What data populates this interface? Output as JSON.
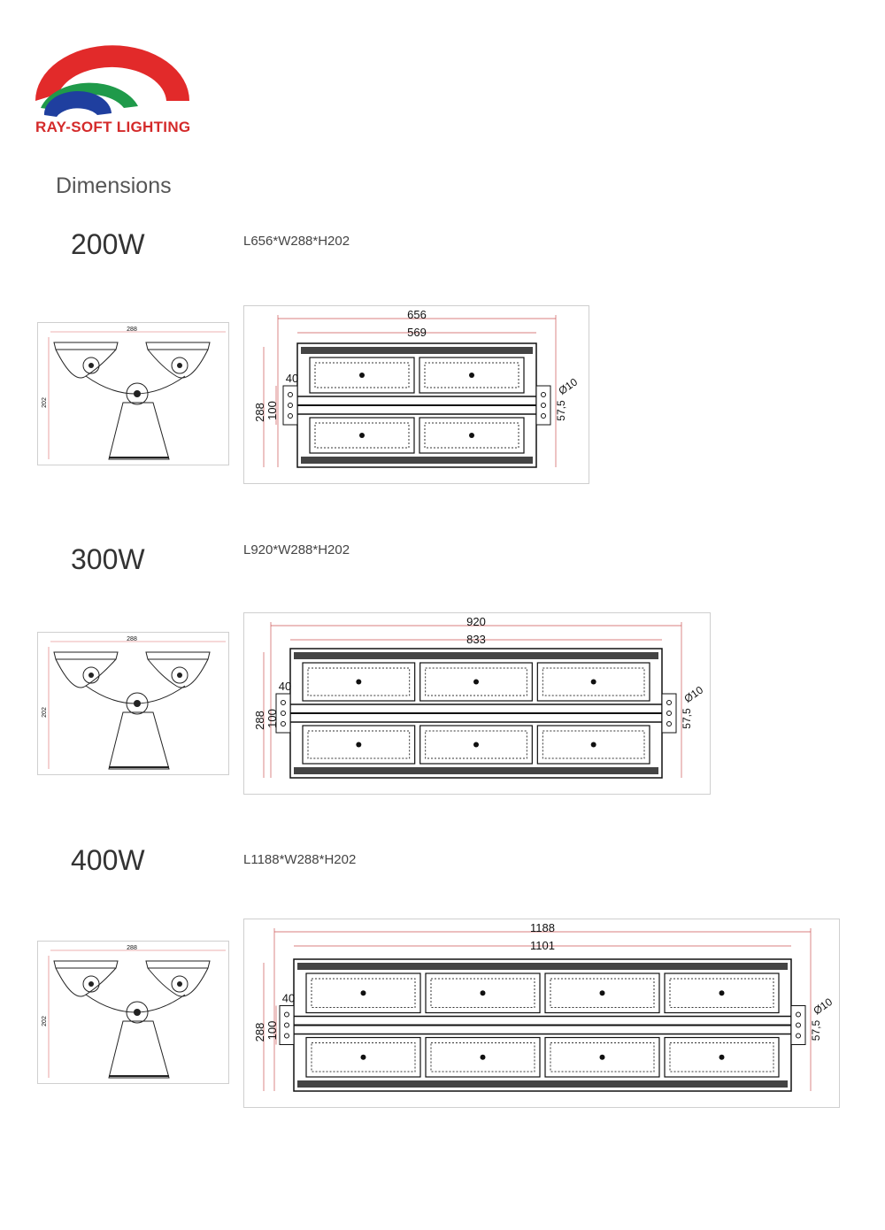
{
  "brand": {
    "logo_text": "RAY-SOFT LIGHTING",
    "colors": {
      "red": "#e22a2a",
      "green": "#1f9a4a",
      "blue": "#1f3f9f"
    }
  },
  "heading": "Dimensions",
  "models": [
    {
      "power": "200W",
      "dimensions": "L656*W288*H202",
      "side": {
        "width": "288",
        "height": "202"
      },
      "top": {
        "length": "656",
        "inner": "569",
        "width": "288",
        "mount": "100",
        "edge": "40",
        "hole": "Ø10",
        "spacing": "57,5",
        "modules": 2
      }
    },
    {
      "power": "300W",
      "dimensions": "L920*W288*H202",
      "side": {
        "width": "288",
        "height": "202"
      },
      "top": {
        "length": "920",
        "inner": "833",
        "width": "288",
        "mount": "100",
        "edge": "40",
        "hole": "Ø10",
        "spacing": "57,5",
        "modules": 3
      }
    },
    {
      "power": "400W",
      "dimensions": "L1188*W288*H202",
      "side": {
        "width": "288",
        "height": "202"
      },
      "top": {
        "length": "1188",
        "inner": "1101",
        "width": "288",
        "mount": "100",
        "edge": "40",
        "hole": "Ø10",
        "spacing": "57,5",
        "modules": 4
      }
    }
  ]
}
